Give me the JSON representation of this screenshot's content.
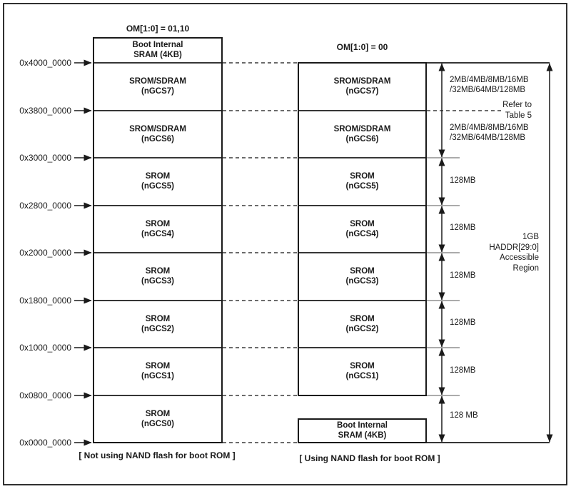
{
  "colors": {
    "background": "#ffffff",
    "line": "#1a1a1a",
    "text": "#1a1a1a",
    "dash": "#3a3a3a",
    "tick_gray": "#8f8f8f"
  },
  "diagram": {
    "left": {
      "header": "OM[1:0] = 01,10",
      "caption": "[ Not using NAND flash for boot ROM ]",
      "regions": [
        {
          "line1": "Boot Internal",
          "line2": "SRAM (4KB)"
        },
        {
          "line1": "SROM/SDRAM",
          "line2": "(nGCS7)"
        },
        {
          "line1": "SROM/SDRAM",
          "line2": "(nGCS6)"
        },
        {
          "line1": "SROM",
          "line2": "(nGCS5)"
        },
        {
          "line1": "SROM",
          "line2": "(nGCS4)"
        },
        {
          "line1": "SROM",
          "line2": "(nGCS3)"
        },
        {
          "line1": "SROM",
          "line2": "(nGCS2)"
        },
        {
          "line1": "SROM",
          "line2": "(nGCS1)"
        },
        {
          "line1": "SROM",
          "line2": "(nGCS0)"
        }
      ]
    },
    "right": {
      "header": "OM[1:0] = 00",
      "caption": "[ Using NAND flash for boot ROM ]",
      "regions": [
        {
          "line1": "SROM/SDRAM",
          "line2": "(nGCS7)"
        },
        {
          "line1": "SROM/SDRAM",
          "line2": "(nGCS6)"
        },
        {
          "line1": "SROM",
          "line2": "(nGCS5)"
        },
        {
          "line1": "SROM",
          "line2": "(nGCS4)"
        },
        {
          "line1": "SROM",
          "line2": "(nGCS3)"
        },
        {
          "line1": "SROM",
          "line2": "(nGCS2)"
        },
        {
          "line1": "SROM",
          "line2": "(nGCS1)"
        }
      ],
      "boot_box": {
        "line1": "Boot Internal",
        "line2": "SRAM (4KB)"
      }
    },
    "addresses": [
      "0x4000_0000",
      "0x3800_0000",
      "0x3000_0000",
      "0x2800_0000",
      "0x2000_0000",
      "0x1800_0000",
      "0x1000_0000",
      "0x0800_0000",
      "0x0000_0000"
    ],
    "annotations": {
      "ngcs7_size": {
        "line1": "2MB/4MB/8MB/16MB",
        "line2": "/32MB/64MB/128MB"
      },
      "ngcs6_size": {
        "line1": "2MB/4MB/8MB/16MB",
        "line2": "/32MB/64MB/128MB"
      },
      "refer_note": {
        "line1": "Refer to",
        "line2": "Table 5"
      },
      "segment_sizes": [
        "128MB",
        "128MB",
        "128MB",
        "128MB",
        "128MB",
        "128 MB"
      ],
      "total_region": {
        "line1": "1GB",
        "line2": "HADDR[29:0]",
        "line3": "Accessible",
        "line4": "Region"
      }
    }
  }
}
